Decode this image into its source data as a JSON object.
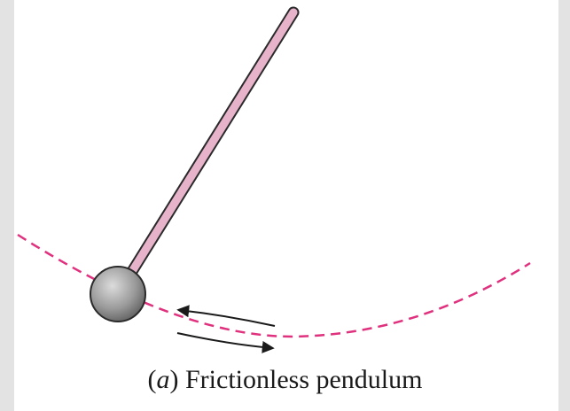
{
  "figure": {
    "caption_open": "(",
    "caption_letter": "a",
    "caption_close": ")",
    "caption_text": " Frictionless pendulum"
  },
  "colors": {
    "background": "#e3e3e3",
    "panel": "#ffffff",
    "rod_fill": "#e7b3cb",
    "rod_outline": "#2a2a2a",
    "path_dash": "#e0317e",
    "bob_light": "#d9d9d9",
    "bob_dark": "#6b6b6b",
    "arrow": "#1a1a1a"
  },
  "icons": {
    "rod": "pendulum-rod",
    "bob": "pendulum-bob",
    "path": "dashed-arc-path",
    "arrow_left": "motion-arrow-left",
    "arrow_right": "motion-arrow-right"
  }
}
